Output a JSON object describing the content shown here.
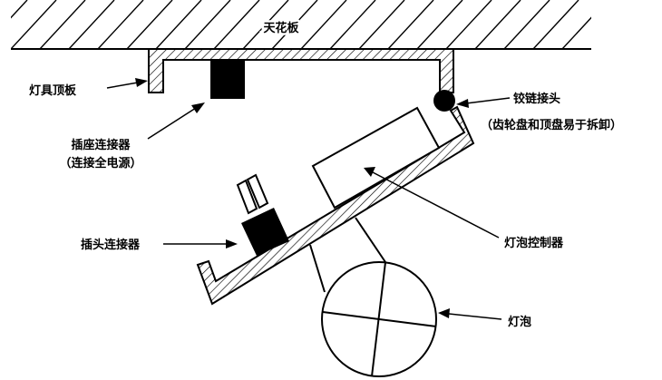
{
  "labels": {
    "ceiling": "天花板",
    "lamp_top_plate": "灯具顶板",
    "hinge_joint": "铰链接头",
    "hinge_note": "（齿轮盘和顶盘易于拆卸）",
    "socket_connector": "插座连接器",
    "socket_note": "（连接全电源）",
    "plug_connector": "插头连接器",
    "bulb_controller": "灯泡控制器",
    "bulb": "灯泡"
  }
}
